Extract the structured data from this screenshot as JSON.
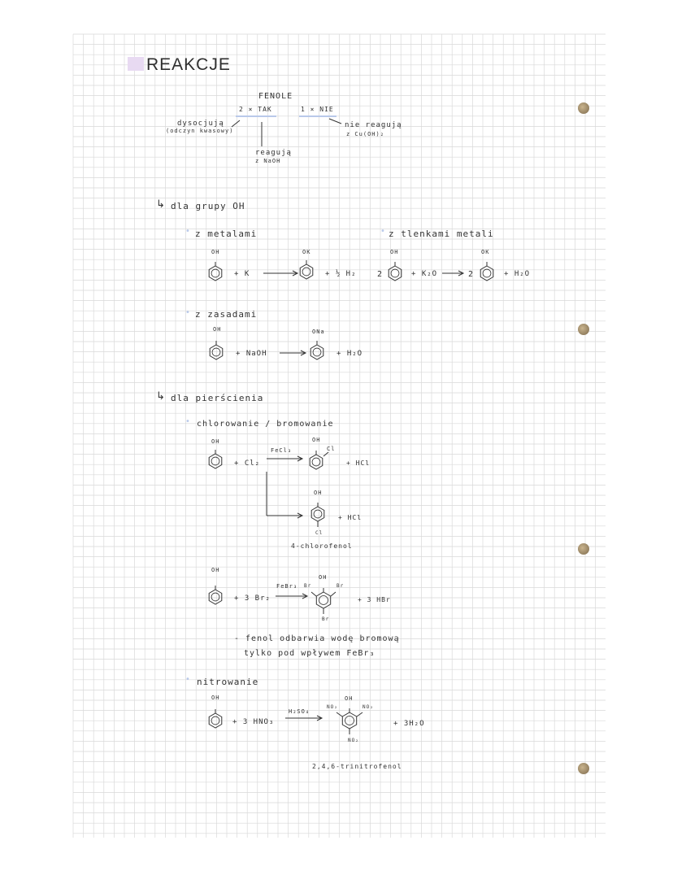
{
  "title": "REAKCJE",
  "tree": {
    "root": "FENOLE",
    "left": "2 × TAK",
    "right": "1 × NIE",
    "diss1": "dysocjują",
    "diss2": "(odczyn kwasowy)",
    "react1": "reagują",
    "react2": "z NaOH",
    "nie1": "nie reagują",
    "nie2": "z Cu(OH)₂"
  },
  "sections": {
    "oh": {
      "heading": "dla grupy OH",
      "metals": {
        "label": "z metalami",
        "r1": {
          "sub1": "OH",
          "plus": "+ K",
          "prod": "OK",
          "h2": "+ ½ H₂"
        },
        "r2_label": "z tlenkami metali",
        "r2": {
          "coef1": "2",
          "sub1": "OH",
          "plus": "+ K₂O",
          "coef2": "2",
          "prod": "OK",
          "h2o": "+ H₂O"
        }
      },
      "bases": {
        "label": "z zasadami",
        "r": {
          "sub": "OH",
          "plus": "+ NaOH",
          "prod": "ONa",
          "h2o": "+ H₂O"
        }
      }
    },
    "ring": {
      "heading": "dla pierścienia",
      "halog": {
        "label": "chlorowanie / bromowanie",
        "sub": "OH",
        "plus": "+ Cl₂",
        "cat": "FeCl₃",
        "p1_oh": "OH",
        "p1_cl": "Cl",
        "p1_hcl": "+ HCl",
        "p2_oh": "OH",
        "p2_cl": "Cl",
        "p2_hcl": "+ HCl",
        "p2_name": "4-chlorofenol",
        "br_sub": "OH",
        "br_plus": "+ 3 Br₂",
        "br_cat": "FeBr₃",
        "br_oh": "OH",
        "br_br1": "Br",
        "br_br2": "Br",
        "br_br3": "Br",
        "br_hbr": "+ 3 HBr",
        "note1": "- fenol odbarwia wodę bromową",
        "note2": "tylko pod wpływem FeBr₃"
      },
      "nitro": {
        "label": "nitrowanie",
        "sub": "OH",
        "plus": "+ 3 HNO₃",
        "cat": "H₂SO₄",
        "p_oh": "OH",
        "p_no2a": "NO₂",
        "p_no2b": "NO₂",
        "p_no2c": "NO₂",
        "p_h2o": "+ 3H₂O",
        "name": "2,4,6-trinitrofenol"
      }
    }
  },
  "colors": {
    "grid": "#d9d9d9",
    "title_mark": "#e8daf2",
    "underline": "#b9c9ea"
  }
}
